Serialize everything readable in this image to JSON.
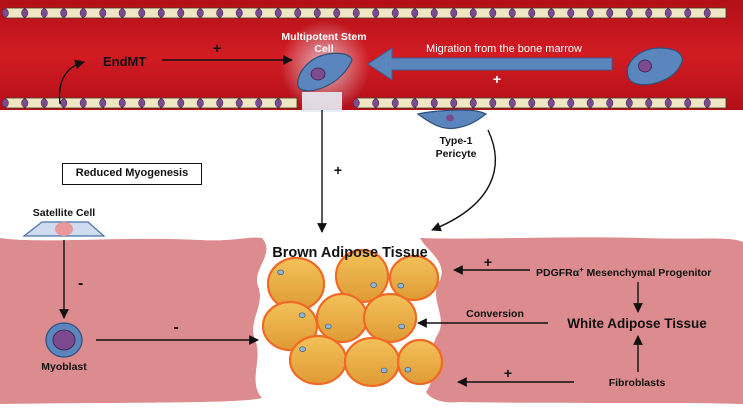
{
  "labels": {
    "endmt": "EndMT",
    "multipotent_stem_cell_1": "Multipotent Stem",
    "multipotent_stem_cell_2": "Cell",
    "migration": "Migration from the bone marrow",
    "type1_pericyte_1": "Type-1",
    "type1_pericyte_2": "Pericyte",
    "reduced_myogenesis": "Reduced Myogenesis",
    "satellite_cell": "Satellite Cell",
    "myoblast": "Myoblast",
    "brown_adipose_tissue": "Brown Adipose Tissue",
    "pdgfra_base": "PDGFRα",
    "pdgfra_sup": "+",
    "pdgfra_rest": " Mesenchymal Progenitor",
    "conversion": "Conversion",
    "white_adipose_tissue": "White Adipose Tissue",
    "fibroblasts": "Fibroblasts"
  },
  "signs": {
    "endmt_to_stem": "+",
    "migration": "+",
    "stem_to_bat": "+",
    "satellite_to_myoblast": "-",
    "myoblast_to_bat": "-",
    "pdgfra_to_bat": "+",
    "fibroblasts_to_bat": "+"
  },
  "colors": {
    "vessel": "#c8141c",
    "vessel_dark": "#9a0c12",
    "endothelial_cell": "#efe6c4",
    "nucleus": "#7c4b8f",
    "stem_cell": "#5b86bd",
    "arrow_blue": "#5b86bd",
    "muscle": "#dc8b8e",
    "adipocyte_fill": "#e9ac42",
    "adipocyte_border": "#f06a25",
    "satellite_cell": "#cfdcef",
    "satellite_nucleus": "#e9999a"
  }
}
